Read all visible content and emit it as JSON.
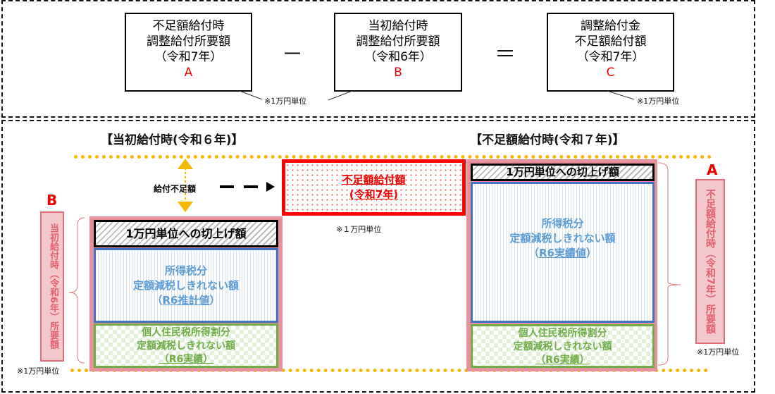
{
  "formula": {
    "box_a": {
      "lines": [
        "不足額給付時",
        "調整給付所要額",
        "（令和7年）"
      ],
      "letter": "A"
    },
    "minus": "－",
    "box_b": {
      "lines": [
        "当初給付時",
        "調整給付所要額",
        "（令和6年）"
      ],
      "letter": "B"
    },
    "equals": "＝",
    "box_c": {
      "lines": [
        "調整給付金",
        "不足額給付額",
        "（令和7年）"
      ],
      "letter": "C"
    },
    "note_a": "※1万円単位",
    "note_c": "※1万円単位"
  },
  "left": {
    "title": "【当初給付時(令和６年)】",
    "letter": "B",
    "vertical_label": "当初給付時（令和6年）所要額",
    "note": "※1万円単位",
    "shortfall_label": "給付不足額",
    "roundup": "1万円単位への切上げ額",
    "income_tax": [
      "所得税分",
      "定額減税しきれない額"
    ],
    "income_tax_paren_open": "（",
    "income_tax_sub": "R6推計値",
    "income_tax_paren_close": "）",
    "resident_tax": [
      "個人住民税所得割分",
      "定額減税しきれない額",
      "（R6実績）"
    ]
  },
  "middle": {
    "lines": [
      "不足額給付額",
      "(令和7年)"
    ],
    "note": "※１万円単位"
  },
  "right": {
    "title": "【不足額給付時(令和７年)】",
    "letter": "A",
    "vertical_label": "不足額給付時（令和7年）所要額",
    "note": "※1万円単位",
    "roundup": "1万円単位への切上げ額",
    "income_tax": [
      "所得税分",
      "定額減税しきれない額"
    ],
    "income_tax_paren_open": "（",
    "income_tax_sub": "R6実績値",
    "income_tax_paren_close": "）",
    "resident_tax": [
      "個人住民税所得割分",
      "定額減税しきれない額",
      "（R6実績）"
    ]
  }
}
